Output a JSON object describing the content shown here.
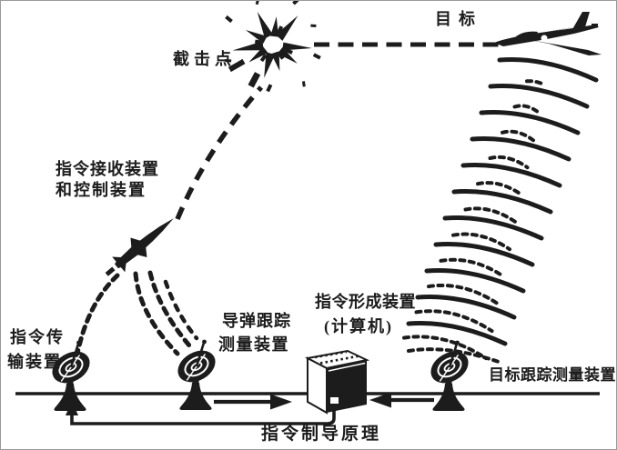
{
  "figure": {
    "caption": "指令制导原理",
    "colors": {
      "ink": "#1c1c1c",
      "background": "#ffffff"
    },
    "labels": {
      "intercept_point": "截击点",
      "target": "目标",
      "receiver_line1": "指令接收装置",
      "receiver_line2": "和控制装置",
      "transmitter_line1": "指令传",
      "transmitter_line2": "输装置",
      "missile_tracker_line1": "导弹跟踪",
      "missile_tracker_line2": "测量装置",
      "former_line1": "指令形成装置",
      "former_line2": "(计算机)",
      "target_tracker": "目标跟踪测量装置"
    }
  }
}
